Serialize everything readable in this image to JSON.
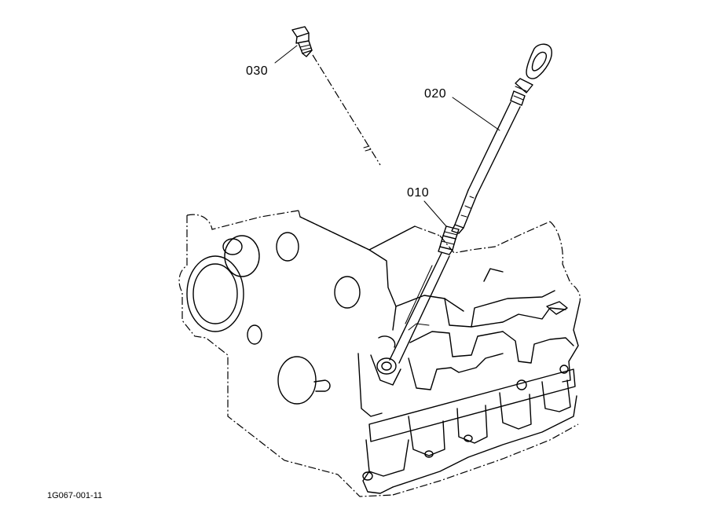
{
  "callouts": {
    "part_010": "010",
    "part_020": "020",
    "part_030": "030"
  },
  "drawing_ref": "1G067-001-11",
  "colors": {
    "line": "#000000",
    "background": "#ffffff"
  }
}
